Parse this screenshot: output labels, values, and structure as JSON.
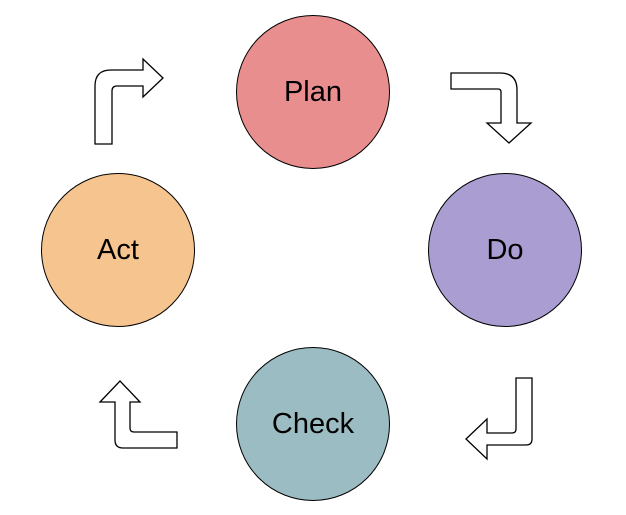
{
  "diagram": {
    "nodes": [
      {
        "key": "plan",
        "label": "Plan",
        "color": "#e88e8e"
      },
      {
        "key": "do",
        "label": "Do",
        "color": "#a99dd1"
      },
      {
        "key": "check",
        "label": "Check",
        "color": "#9bbcc2"
      },
      {
        "key": "act",
        "label": "Act",
        "color": "#f6c48f"
      }
    ],
    "arrows": [
      {
        "from": "plan",
        "to": "do",
        "icon": "bent-arrow-down-icon"
      },
      {
        "from": "do",
        "to": "check",
        "icon": "bent-arrow-left-icon"
      },
      {
        "from": "check",
        "to": "act",
        "icon": "bent-arrow-up-icon"
      },
      {
        "from": "act",
        "to": "plan",
        "icon": "bent-arrow-right-icon"
      }
    ]
  }
}
